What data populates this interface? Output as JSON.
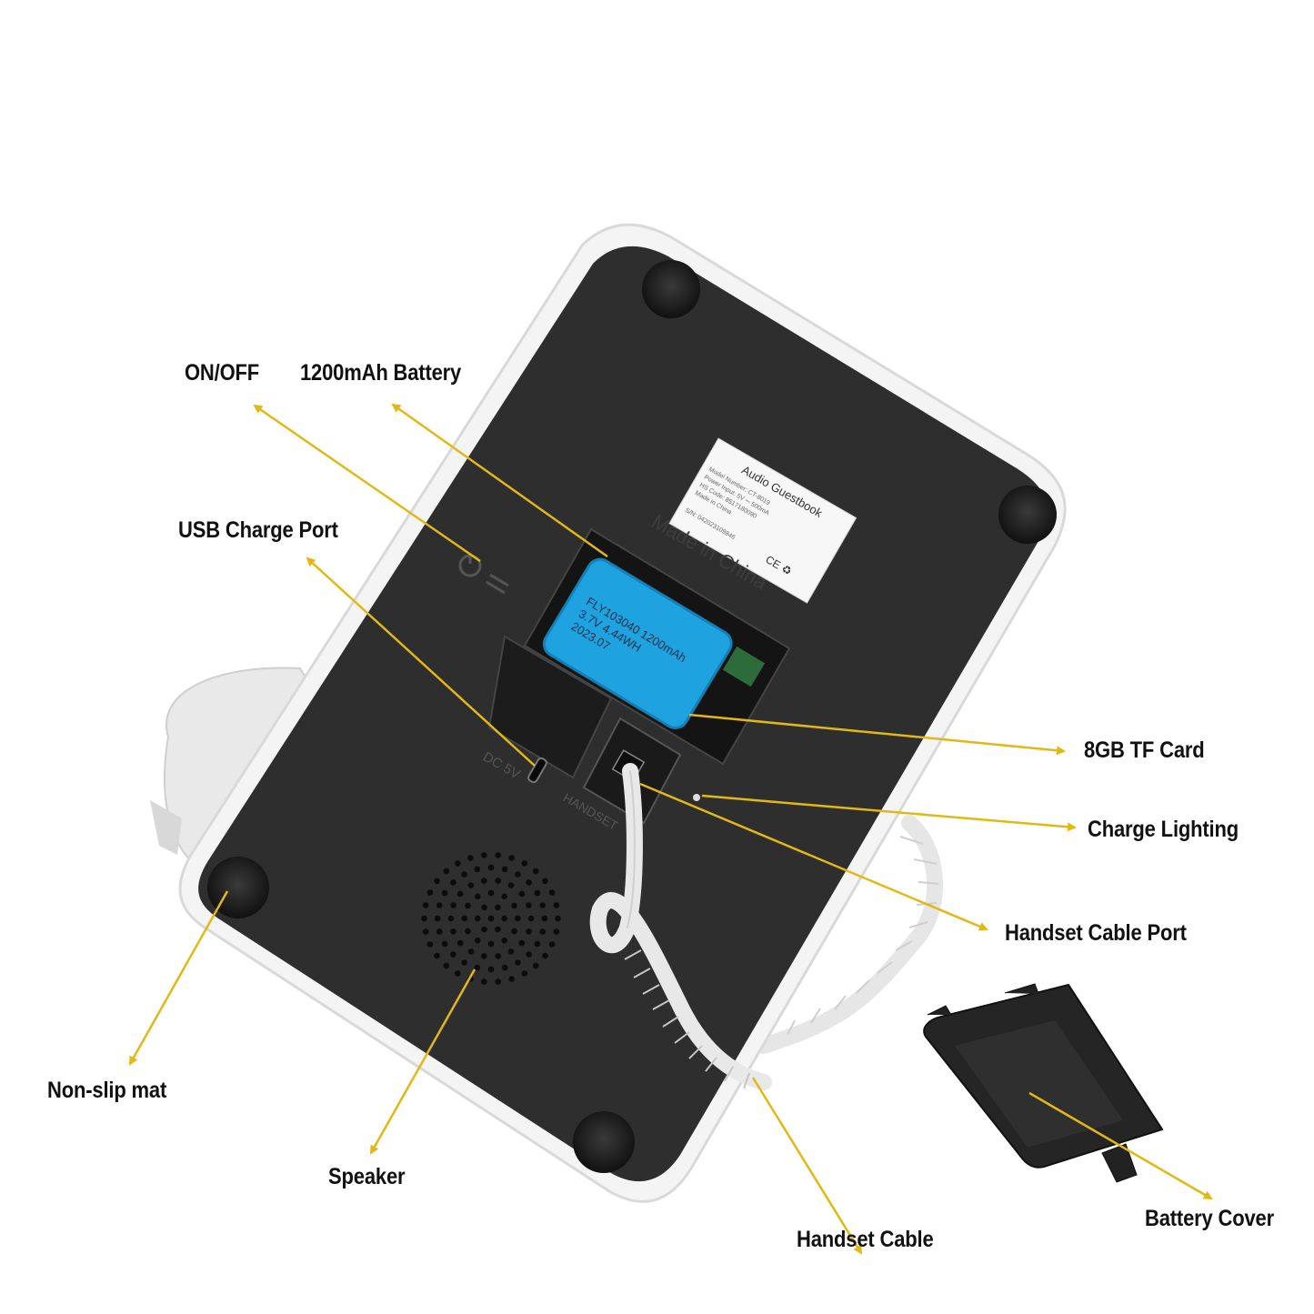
{
  "colors": {
    "arrow": "#E2B814",
    "body": "#2E2E2E",
    "shell": "#F4F4F4",
    "battery": "#1FA3E0",
    "foot": "#1A1A1A"
  },
  "callouts": {
    "on_off": "ON/OFF",
    "battery": "1200mAh Battery",
    "usb": "USB Charge Port",
    "tf_card": "8GB TF Card",
    "charge_light": "Charge Lighting",
    "handset_port": "Handset Cable Port",
    "non_slip": "Non-slip mat",
    "speaker": "Speaker",
    "handset_cable": "Handset Cable",
    "battery_cover": "Battery Cover"
  },
  "device_text": {
    "sticker_title": "Audio Guestbook",
    "sticker_line1": "Model Number:  CT-8019",
    "sticker_line2": "Power Input:  5V ⎓ 500mA",
    "sticker_line3": "HS Code:  8517180090",
    "sticker_line4": "Made in China",
    "sticker_serial": "S/N: 042023109846",
    "sticker_marks": "CE ♻",
    "made_in": "Made in China",
    "battery_line1": "FLY103040 1200mAh",
    "battery_line2": "3.7V 4.44WH",
    "battery_line3": "2023.07",
    "dc_label": "DC 5V",
    "handset_label": "HANDSET"
  },
  "icons": [
    "power-icon",
    "usb-c-port-icon",
    "speaker-grille-icon",
    "non-slip-foot-icon"
  ]
}
